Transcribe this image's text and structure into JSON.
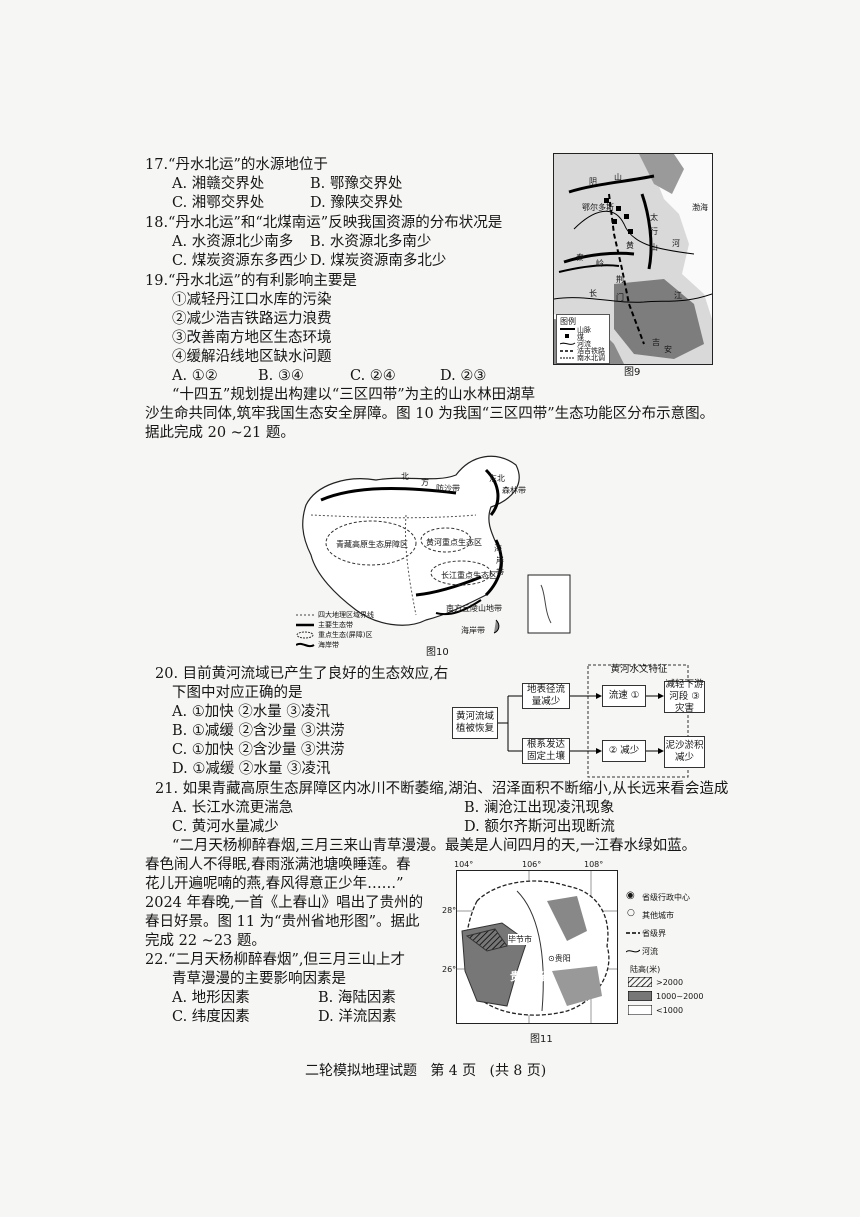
{
  "q17": {
    "stem": "17.“丹水北运”的水源地位于",
    "A": "A. 湘赣交界处",
    "B": "B. 鄂豫交界处",
    "C": "C. 湘鄂交界处",
    "D": "D. 豫陕交界处"
  },
  "q18": {
    "stem": "18.“丹水北运”和“北煤南运”反映我国资源的分布状况是",
    "A": "A. 水资源北少南多",
    "B": "B. 水资源北多南少",
    "C": "C. 煤炭资源东多西少",
    "D": "D. 煤炭资源南多北少"
  },
  "q19": {
    "stem": "19.“丹水北运”的有利影响主要是",
    "s1": "①减轻丹江口水库的污染",
    "s2": "②减少浩吉铁路运力浪费",
    "s3": "③改善南方地区生态环境",
    "s4": "④缓解沿线地区缺水问题",
    "A": "A. ①②",
    "B": "B. ③④",
    "C": "C. ②④",
    "D": "D. ②③"
  },
  "intro20": {
    "line1": "“十四五”规划提出构建以“三区四带”为主的山水林田湖草",
    "line2": "沙生命共同体,筑牢我国生态安全屏障。图 10 为我国“三区四带”生态功能区分布示意图。",
    "line3": "据此完成 20 ~21 题。"
  },
  "fig9": {
    "caption": "图9",
    "labels": {
      "yinshan": "阴",
      "shan": "山",
      "ordos": "鄂尔多斯",
      "taihang1": "太",
      "taihang2": "行",
      "bohai": "渤海",
      "huang": "黄",
      "he": "河",
      "shan2": "山",
      "qinling": "秦",
      "ling": "岭",
      "chang": "长",
      "jiang": "江",
      "zhang": "荆",
      "men": "门",
      "ji": "吉",
      "an": "安"
    },
    "legend_title": "图例",
    "legend": [
      "山脉",
      "煤",
      "河流",
      "浩吉铁路",
      "南水北调"
    ]
  },
  "fig10": {
    "caption": "图10",
    "labels": {
      "dongbei": "东北",
      "senlin": "森林带",
      "bei": "北",
      "fang": "方",
      "fangsha": "防沙带",
      "qingzang": "青藏高原生态屏障区",
      "huanghe": "黄河重点生态区",
      "changjiang": "长江重点生态区",
      "nanfang": "南方丘陵山地带",
      "hai1": "海",
      "an1": "岸",
      "dai1": "带",
      "haian2": "海岸带"
    },
    "legend": [
      "四大地理区域界线",
      "主要生态带",
      "重点生态(屏障)区",
      "海岸带"
    ]
  },
  "q20": {
    "stem1": "20. 目前黄河流域已产生了良好的生态效应,右",
    "stem2": "下图中对应正确的是",
    "A": "A. ①加快   ②水量   ③凌汛",
    "B": "B. ①减缓   ②含沙量  ③洪涝",
    "C": "C. ①加快   ②含沙量  ③洪涝",
    "D": "D. ①减缓   ②水量   ③凌汛"
  },
  "flow": {
    "title": "黄河水文特征",
    "root": "黄河流域植被恢复",
    "top_mid": "地表径流量减少",
    "top_right": "流速 ①",
    "top_end": "减轻下游河段 ③ 灾害",
    "bot_mid": "根系发达固定土壤",
    "bot_right": "② 减少",
    "bot_end": "泥沙淤积减少"
  },
  "q21": {
    "stem": "21. 如果青藏高原生态屏障区内冰川不断萎缩,湖泊、沼泽面积不断缩小,从长远来看会造成",
    "A": "A. 长江水流更湍急",
    "B": "B. 澜沧江出现凌汛现象",
    "C": "C. 黄河水量减少",
    "D": "D. 额尔齐斯河出现断流"
  },
  "intro22": {
    "line1": "“二月天杨柳醉春烟,三月三来山青草漫漫。最美是人间四月的天,一江春水绿如蓝。",
    "line2": "春色闹人不得眠,春雨涨满池塘唤睡莲。春",
    "line3": "花儿开遍呢喃的燕,春风得意正少年……”",
    "line4": "2024 年春晚,一首《上春山》唱出了贵州的",
    "line5": "春日好景。图 11 为“贵州省地形图”。据此",
    "line6": "完成 22 ~23 题。"
  },
  "q22": {
    "stem1": "22.“二月天杨柳醉春烟”,但三月三山上才",
    "stem2": "青草漫漫的主要影响因素是",
    "A": "A. 地形因素",
    "B": "B. 海陆因素",
    "C": "C. 纬度因素",
    "D": "D. 洋流因素"
  },
  "fig11": {
    "caption": "图11",
    "lon1": "104°",
    "lon2": "106°",
    "lon3": "108°",
    "lat1": "28°",
    "lat2": "26°",
    "city1": "毕节市",
    "city2": "⊙贵阳",
    "prov": "贵 州 省",
    "legend": {
      "capital": "省级行政中心",
      "city": "其他城市",
      "border": "省级界",
      "river": "河流",
      "elev_title": "陆高(米)",
      "e1": ">2000",
      "e2": "1000~2000",
      "e3": "<1000"
    }
  },
  "footer": "二轮模拟地理试题   第 4 页   (共 8 页)"
}
